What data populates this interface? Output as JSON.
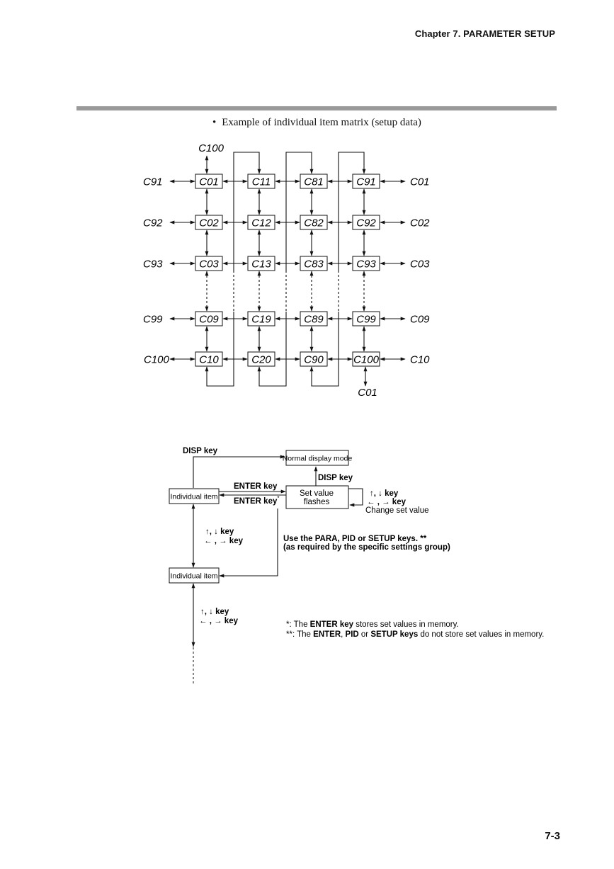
{
  "header": {
    "chapter": "Chapter 7. PARAMETER SETUP"
  },
  "caption": {
    "bullet": "•",
    "text": "Example of individual item matrix (setup data)"
  },
  "matrix": {
    "columns": [
      [
        "C01",
        "C02",
        "C03",
        "C09",
        "C10"
      ],
      [
        "C11",
        "C12",
        "C13",
        "C19",
        "C20"
      ],
      [
        "C81",
        "C82",
        "C83",
        "C89",
        "C90"
      ],
      [
        "C91",
        "C92",
        "C93",
        "C99",
        "C100"
      ]
    ],
    "left_labels": [
      "C91",
      "C92",
      "C93",
      "C99",
      "C100"
    ],
    "right_labels": [
      "C01",
      "C02",
      "C03",
      "C09",
      "C10"
    ],
    "top_label": "C100",
    "bottom_label": "C01"
  },
  "flow": {
    "disp_key_top": "DISP key",
    "normal_display": "Normal display mode",
    "disp_key_right": "DISP key",
    "enter_key": "ENTER key",
    "enter_key_star": "ENTER key",
    "star": "*",
    "individual_item": "Individual item",
    "set_value_line1": "Set value",
    "set_value_line2": "flashes",
    "updown_glyphs": "↑, ↓",
    "leftright_glyphs": "← , →",
    "key_word": "key",
    "change_set_value": "Change set value",
    "para_line1": "Use the PARA, PID or SETUP keys. **",
    "para_line2": "(as required by the specific settings group)",
    "footnote1_prefix": "*:  The ",
    "footnote1_bold": "ENTER key",
    "footnote1_rest": " stores set values in memory.",
    "footnote2_prefix": "**: The ",
    "footnote2_b1": "ENTER",
    "footnote2_sep1": ", ",
    "footnote2_b2": "PID",
    "footnote2_sep2": " or ",
    "footnote2_b3": "SETUP keys",
    "footnote2_rest": " do not store set values in memory."
  },
  "footer": {
    "page_number": "7-3"
  }
}
